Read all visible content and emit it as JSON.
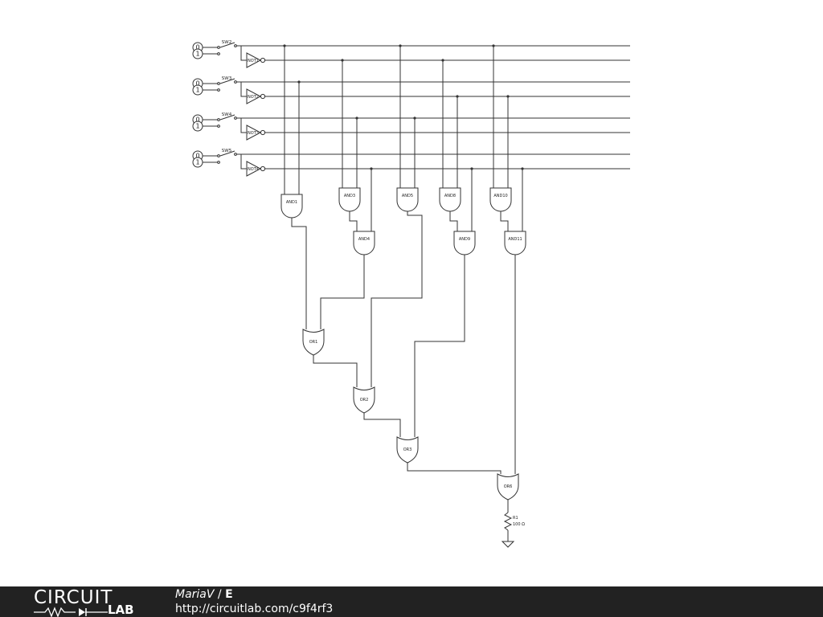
{
  "schematic": {
    "switches": [
      {
        "label": "SW2",
        "source_top": "0",
        "source_bottom": "1"
      },
      {
        "label": "SW3",
        "source_top": "0",
        "source_bottom": "1"
      },
      {
        "label": "SW4",
        "source_top": "0",
        "source_bottom": "1"
      },
      {
        "label": "SW5",
        "source_top": "0",
        "source_bottom": "1"
      }
    ],
    "not_gates": [
      "NOT1",
      "NOT2",
      "NOT3",
      "NOT4"
    ],
    "and_gates": [
      "AND1",
      "AND3",
      "AND5",
      "AND8",
      "AND10",
      "AND4",
      "AND9",
      "AND11"
    ],
    "or_gates": [
      "OR1",
      "OR2",
      "OR3",
      "OR6"
    ],
    "resistor": {
      "name": "R1",
      "value": "100 Ω"
    }
  },
  "footer": {
    "logo_top": "CIRCUIT",
    "logo_bottom": "LAB",
    "user": "MariaV",
    "separator": " / ",
    "title": "E",
    "url": "http://circuitlab.com/c9f4rf3"
  }
}
